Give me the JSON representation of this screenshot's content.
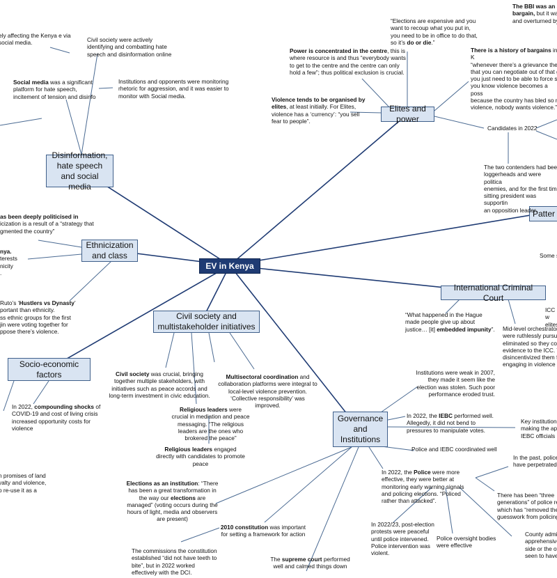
{
  "center": "EV in Kenya",
  "nodes": {
    "elites": "Elites and power",
    "disinfo": "Disinformation, hate speech and social media",
    "ethnicity": "Ethnicization and class",
    "civil": "Civil society and multistakeholder initiatives",
    "socio": "Socio-economic factors",
    "governance": "Governance and Institutions",
    "icc": "International Criminal Court",
    "patterns": "Patter"
  },
  "notes": {
    "n_disinfo_top_left": "ely affecting the Kenya e via social media.",
    "n_civil_disinfo": "Civil society were actively identifying and combatting hate speech and disinformation online",
    "n_social_media_b": "Social media",
    "n_social_media": " was a significant platform for hate speech, incitement of tension and disinfo",
    "n_institutions_monitor": "Institutions and opponents were monitoring rhetoric for aggression, and it was easier to monitor with Social media.",
    "n_elections_expensive_1": "“Elections are expensive and you want to recoup what you put in, you need to be in office to do that, so it’s ",
    "n_elections_expensive_b": "do or die",
    "n_elections_expensive_2": ".”",
    "n_power_b": "Power is concentrated in the centre",
    "n_power": ", this is where resource is and thus “everybody wants to get to the centre and the centre can only hold a few”; thus political exclusion is crucial.",
    "n_violence_b": "Violence tends to be organised by elites",
    "n_violence": ", at least initially.  For Elites, violence has a ‘currency’: “you sell fear to people”.",
    "n_bbi_b1": "The BBI was an at",
    "n_bbi_b2": "bargain,",
    "n_bbi_2": " but it was",
    "n_bbi_3": "and overturned by l",
    "n_bargains_b": "There is a history of bargains",
    "n_bargains_1": " in K",
    "n_bargains_2": "“whenever there’s a grievance ther",
    "n_bargains_3": "that you can negotiate out of that g",
    "n_bargains_4": "you just need to be able to force s",
    "n_bargains_5": "you know violence becomes a poss",
    "n_bargains_6": "because the country has bled so m",
    "n_bargains_7": "violence, nobody wants violence.”",
    "n_candidates": "Candidates in 2022",
    "n_contenders_1": "The two contenders had been",
    "n_contenders_2": "loggerheads and were politica",
    "n_contenders_3": "enemies, and for the first time",
    "n_contenders_4": "sitting president was supportin",
    "n_contenders_5": "an opposition leader.",
    "n_politicised_b": "as been deeply politicised in",
    "n_politicised_2": "icization is a result of a “strategy that",
    "n_politicised_3": "gmented the country”",
    "n_kenya_b": "nya.",
    "n_kenya_2": "terests",
    "n_kenya_3": "nicity",
    "n_kenya_4": ".",
    "n_hustlers_1": "Ruto’s ‘",
    "n_hustlers_b": "Hustlers vs Dynasty",
    "n_hustlers_2": "’",
    "n_hustlers_3": "portant than ethnicity.",
    "n_hustlers_4": "ss ethnic groups for the first",
    "n_hustlers_5": "jin were voting together for",
    "n_hustlers_6": "ppose there’s violence.",
    "n_some": "Some s",
    "n_hague_1": "“What happened in the Hague made people give up about justice… [it] ",
    "n_hague_b": "embedded impunity",
    "n_hague_2": "”.",
    "n_icc_right_1": "ICC w",
    "n_icc_right_2": "elites",
    "n_midlevel_1": "Mid-level orchestrators",
    "n_midlevel_2": "were ruthlessly pursue",
    "n_midlevel_3": "eliminated so they cou",
    "n_midlevel_4": "evidence to the ICC. T",
    "n_midlevel_5": "disincentivized them fr",
    "n_midlevel_6": "engaging in violence a",
    "n_civil_crucial_b": "Civil society",
    "n_civil_crucial": " was crucial, bringing together multiple stakeholders, with initiatives such as peace accords and long-term investment in civic education.",
    "n_multisector_b": "Multisectoral coordination",
    "n_multisector": " and collaboration platforms were integral to local-level violence prevention. ‘Collective responsibility’ was improved.",
    "n_religious_b": "Religious leaders",
    "n_religious": " were crucial in mediation and peace messaging. “The religious leaders are the ones who brokered the peace”",
    "n_religious2_b": "Religious leaders",
    "n_religious2": " engaged directly with  candidates to promote peace",
    "n_covid_1": "In 2022, ",
    "n_covid_b": "compounding shocks",
    "n_covid_2": " of COVID-19 and cost of living crisis increased opportunity costs for violence",
    "n_land_1": "n promises of land",
    "n_land_2": "yalty and violence,",
    "n_land_3": "o re-use it as a",
    "n_weak": "Institutions were weak in 2007, they made it seem like the election was stolen. Such poor performance eroded trust.",
    "n_iebc_1": "In 2022, the ",
    "n_iebc_b": "IEBC",
    "n_iebc_2": " performed well. Allegedly, it did not bend to pressures to manipulate votes.",
    "n_key_1": "Key institutional",
    "n_key_2": "making the appr",
    "n_key_3": "IEBC officials k",
    "n_police_iebc": "Police and  IEBC coordinated well",
    "n_police_1": "In 2022, the ",
    "n_police_b": "Police",
    "n_police_2": " were more effective, they were better at monitoring early warning signals and policing elections. “Policed rather than attacked”.",
    "n_past_1": "In the past, police",
    "n_past_2": "have perpetrated",
    "n_three_1": "There has been “three",
    "n_three_2": "generations” of police re",
    "n_three_3": "which has “removed the",
    "n_three_4": "guesswork from policing",
    "n_elections_inst_b": "Elections as an institution",
    "n_elections_inst_1": ": “There has been a great transformation in the way our ",
    "n_elections_inst_b2": "elections",
    "n_elections_inst_2": " are managed” (voting occurs during the hours of light, media and observers are present)",
    "n_constitution_b": "2010 constitution",
    "n_constitution": " was important for setting a framework for action",
    "n_protests": "In 2022/23, post-election protests were peaceful until police intervened. Police intervention was violent.",
    "n_oversight": "Police oversight bodies were effective",
    "n_county_1": "County admi",
    "n_county_2": "apprehensive",
    "n_county_3": "side or the ot",
    "n_county_4": "seen to have",
    "n_commissions": "The commissions the constitution established “did not have teeth to bite”, but in 2022 worked effectively with the DCI.",
    "n_supreme_1": "The ",
    "n_supreme_b": "supreme court",
    "n_supreme_2": " performed well and calmed things down"
  },
  "colors": {
    "node_fill": "#d9e4f2",
    "node_border": "#3f5f8a",
    "center_fill": "#1f3b73",
    "line": "#1f3b73",
    "thin_line": "#4a6a92"
  }
}
